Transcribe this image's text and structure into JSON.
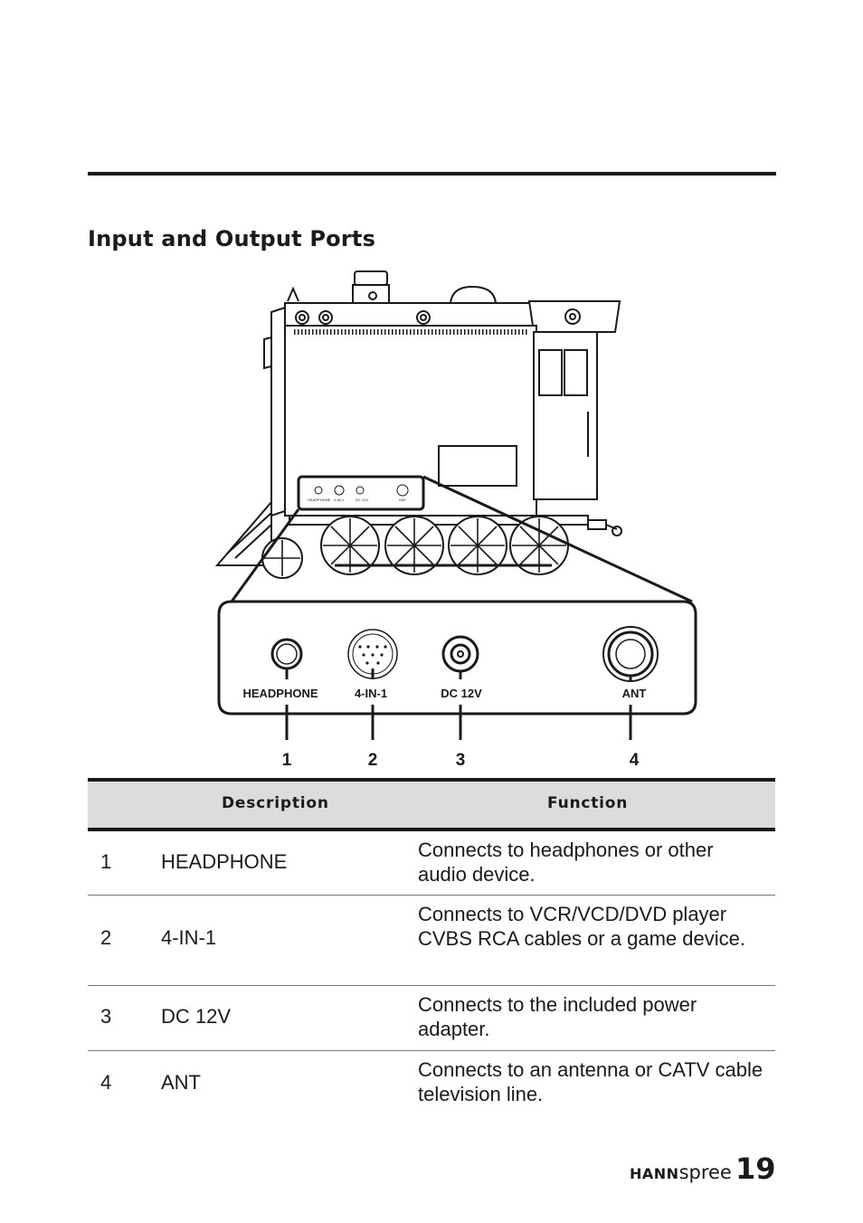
{
  "section": {
    "title": "Input and Output Ports"
  },
  "figure": {
    "ports": [
      {
        "label": "HEADPHONE",
        "callout": "1"
      },
      {
        "label": "4-IN-1",
        "callout": "2"
      },
      {
        "label": "DC 12V",
        "callout": "3"
      },
      {
        "label": "ANT",
        "callout": "4"
      }
    ],
    "small_labels": [
      "HEADPHONE",
      "4-IN-1",
      "DC 12V",
      "ANT"
    ]
  },
  "table": {
    "headers": {
      "description": "Description",
      "function": "Function"
    },
    "rows": [
      {
        "num": "1",
        "desc": "HEADPHONE",
        "func": "Connects to headphones or other audio device."
      },
      {
        "num": "2",
        "desc": "4-IN-1",
        "func": "Connects to VCR/VCD/DVD player CVBS RCA cables or a game device."
      },
      {
        "num": "3",
        "desc": "DC 12V",
        "func": "Connects to the included power adapter."
      },
      {
        "num": "4",
        "desc": "ANT",
        "func": "Connects to an antenna or CATV cable television line."
      }
    ]
  },
  "footer": {
    "brand_bold": "HANN",
    "brand_light": "spree",
    "page": "19"
  }
}
